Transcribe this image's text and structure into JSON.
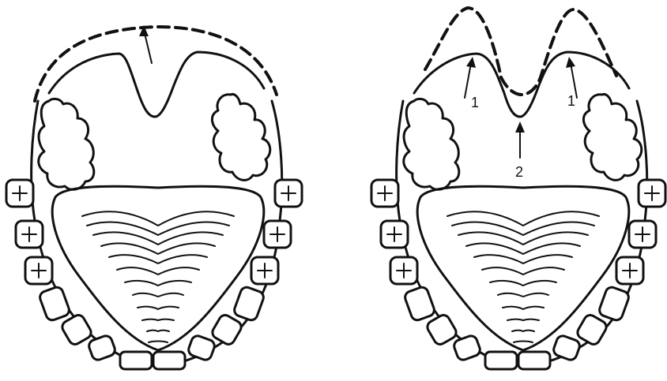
{
  "left_diagram": {
    "arrow_count": 1
  },
  "right_diagram": {
    "labels": {
      "left_pillar": "1",
      "right_pillar": "1",
      "center": "2"
    }
  },
  "colors": {
    "ink": "#111111",
    "background": "#ffffff"
  }
}
